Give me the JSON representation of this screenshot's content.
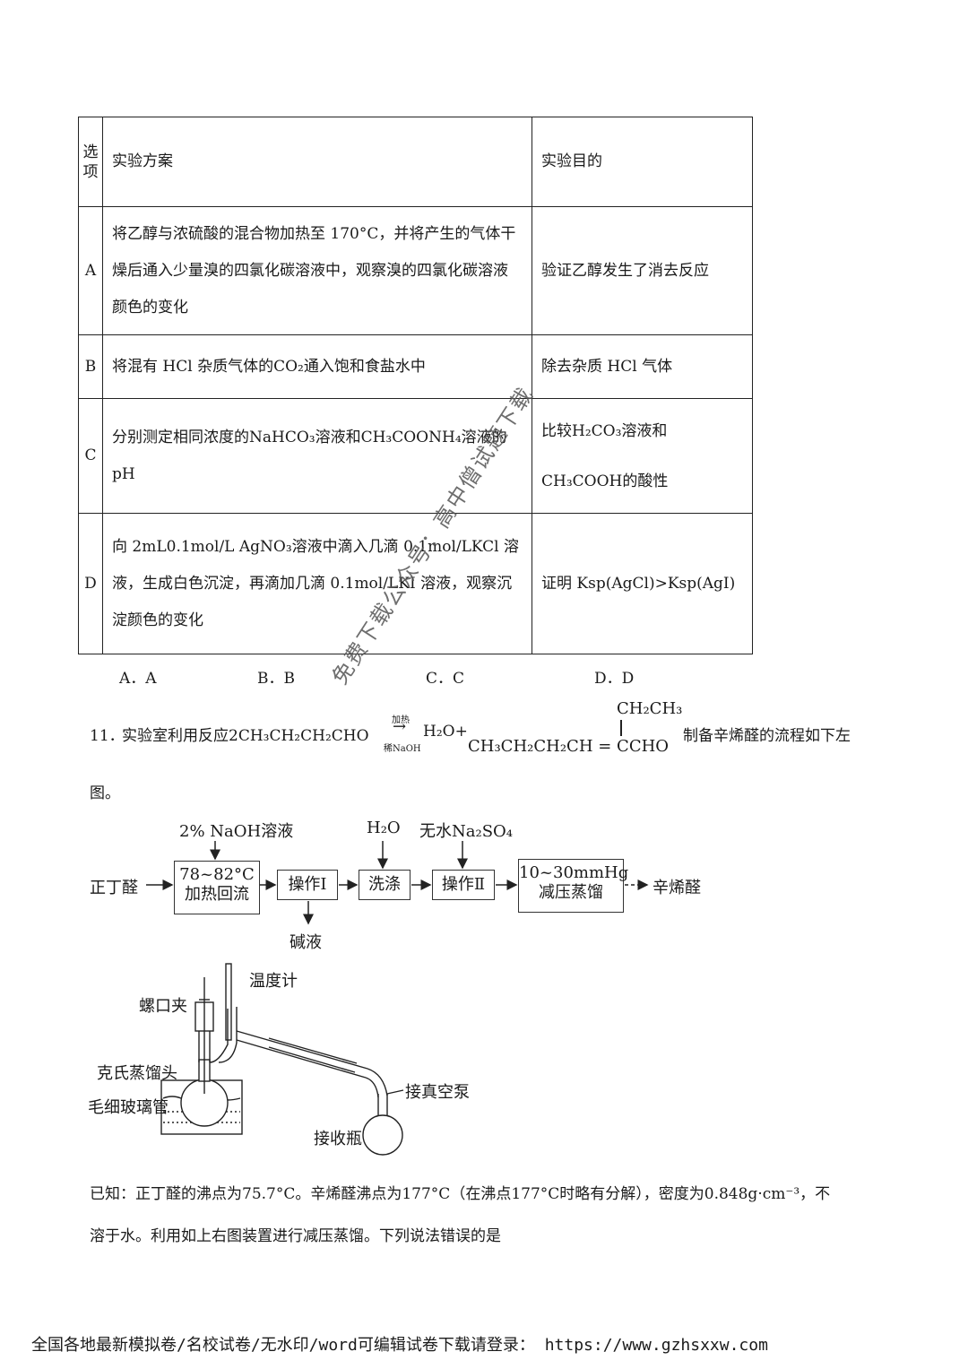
{
  "table": {
    "headers": [
      "选项",
      "实验方案",
      "实验目的"
    ],
    "rows": [
      {
        "option": "A",
        "plan": "将乙醇与浓硫酸的混合物加热至 170°C，并将产生的气体干燥后通入少量溴的四氯化碳溶液中，观察溴的四氯化碳溶液颜色的变化",
        "goal": "验证乙醇发生了消去反应"
      },
      {
        "option": "B",
        "plan": "将混有 HCl 杂质气体的CO₂通入饱和食盐水中",
        "goal": "除去杂质 HCl 气体"
      },
      {
        "option": "C",
        "plan": "分别测定相同浓度的NaHCO₃溶液和CH₃COONH₄溶液的 pH",
        "goal": "比较H₂CO₃溶液和CH₃COOH的酸性"
      },
      {
        "option": "D",
        "plan": "向 2mL0.1mol/L AgNO₃溶液中滴入几滴 0.1mol/LKCl 溶液，生成白色沉淀，再滴加几滴 0.1mol/LKI 溶液，观察沉淀颜色的变化",
        "goal": "证明 Ksp(AgCl)>Ksp(AgI)"
      }
    ]
  },
  "choices": [
    "A．A",
    "B．B",
    "C．C",
    "D．D"
  ],
  "question": {
    "number": "11．",
    "intro": "实验室利用反应2CH₃CH₂CH₂CHO",
    "cond_top": "加热",
    "cond_bottom": "稀NaOH",
    "arrow": "→",
    "water": "H₂O+",
    "branch": "CH₂CH₃",
    "product": "CH₃CH₂CH₂CH = CCHO",
    "tail": "制备辛烯醛的流程如下左",
    "tail2": "图。"
  },
  "flow": {
    "start": "正丁醛",
    "reagent1": "2% NaOH溶液",
    "box1_line1": "78~82°C",
    "box1_line2": "加热回流",
    "box2": "操作Ⅰ",
    "waste": "碱液",
    "reagent2": "H₂O",
    "box3": "洗涤",
    "reagent3": "无水Na₂SO₄",
    "box4": "操作Ⅱ",
    "box5_line1": "10~30mmHg",
    "box5_line2": "减压蒸馏",
    "end": "辛烯醛"
  },
  "apparatus": {
    "thermometer": "温度计",
    "clamp": "螺口夹",
    "claisen": "克氏蒸馏头",
    "capillary": "毛细玻璃管",
    "vacuum": "接真空泵",
    "receiver": "接收瓶"
  },
  "known": {
    "line1": "已知：正丁醛的沸点为75.7°C。辛烯醛沸点为177°C（在沸点177°C时略有分解），密度为0.848g·cm⁻³，不",
    "line2": "溶于水。利用如上右图装置进行减压蒸馏。下列说法错误的是"
  },
  "watermark": "免费下载公众号：高中僧试题下载",
  "footer": "全国各地最新模拟卷/名校试卷/无水印/word可编辑试卷下载请登录： https://www.gzhsxxw.com"
}
